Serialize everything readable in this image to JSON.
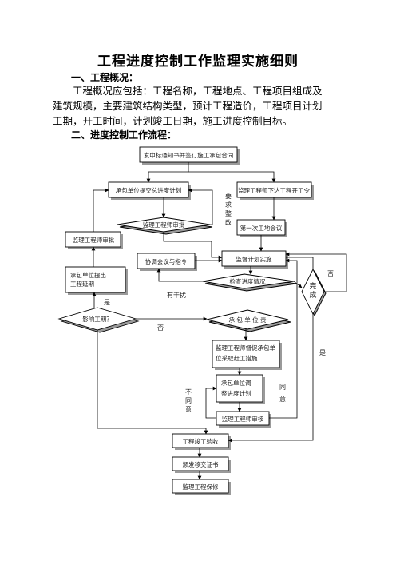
{
  "title": "工程进度控制工作监理实施细则",
  "sections": [
    {
      "heading": "一、工程概况：",
      "lines": [
        "工程概况应包括：工程名称，工程地点、工程项目组成及",
        "建筑规模，主要建筑结构类型，预计工程造价，工程项目计划",
        "工期，开工时间，计划竣工日期，施工进度控制目标。"
      ]
    },
    {
      "heading": "二、进度控制工作流程："
    }
  ],
  "flowchart": {
    "nodes": {
      "n1": "发中标通知书并签订施工承包合同",
      "n2": "承包单位提交总进度计划",
      "n3": "监理工程师审批",
      "n4": "监理工程师下达工程开工令",
      "n5": "第一次工地会议",
      "n6": "监理工程师审批",
      "n7": "承包单位提出工程延期",
      "n8": "协调会议与指令",
      "n9": "监督计划实施",
      "n10": "检查进度情况",
      "n11": "完成",
      "n12": "影响工期？",
      "n13": "承 包 单 位 责",
      "n14": "监理工程师督促承包单位采取赶工措施",
      "n15": "承包单位调整进度计划",
      "n16": "监理工程师审核",
      "n17": "工程竣工验收",
      "n18": "颁发移交证书",
      "n19": "监理工程保修"
    },
    "labels": {
      "rectify": "要求整改",
      "interference": "有干扰",
      "yes1": "是",
      "no1": "否",
      "no2": "否",
      "yes2": "是",
      "disagree": "不同意",
      "agree": "同意"
    }
  }
}
